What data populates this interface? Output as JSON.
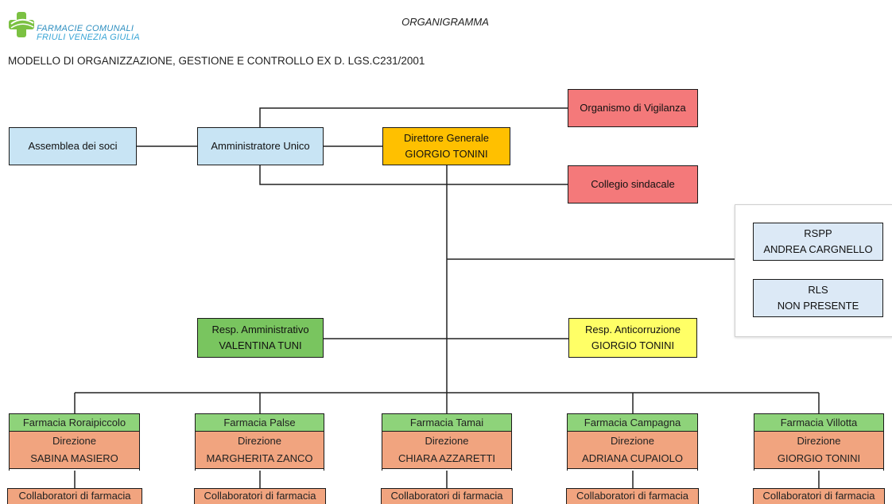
{
  "header": {
    "logo_line1": "FARMACIE COMUNALI",
    "logo_line2": "FRIULI VENEZIA GIULIA",
    "doc_title": "ORGANIGRAMMA",
    "subtitle": "MODELLO DI ORGANIZZAZIONE, GESTIONE E CONTROLLO EX D. LGS.C231/2001"
  },
  "colors": {
    "assembly": "#c8e4f4",
    "director": "#ffc000",
    "supervisory": "#f4797a",
    "responsible_admin": "#79c55f",
    "anticorruption": "#ffff66",
    "pharmacy_name": "#8ed37a",
    "pharmacy_head": "#f1a47f",
    "safety": "#dce9f6"
  },
  "org": {
    "assembly": "Assemblea dei soci",
    "administrator": "Amministratore Unico",
    "director": {
      "title": "Direttore Generale",
      "name": "GIORGIO TONINI"
    },
    "vigilance": "Organismo di Vigilanza",
    "auditors": "Collegio sindacale",
    "rspp": {
      "title": "RSPP",
      "name": "ANDREA CARGNELLO"
    },
    "rls": {
      "title": "RLS",
      "name": "NON PRESENTE"
    },
    "admin_resp": {
      "title": "Resp. Amministrativo",
      "name": "VALENTINA TUNI"
    },
    "anticorruption": {
      "title": "Resp. Anticorruzione",
      "name": "GIORGIO TONINI"
    }
  },
  "pharmacies": [
    {
      "name": "Farmacia Roraipiccolo",
      "role": "Direzione",
      "head": "SABINA MASIERO",
      "staff": "Collaboratori di farmacia"
    },
    {
      "name": "Farmacia Palse",
      "role": "Direzione",
      "head": "MARGHERITA ZANCO",
      "staff": "Collaboratori di farmacia"
    },
    {
      "name": "Farmacia Tamai",
      "role": "Direzione",
      "head": "CHIARA AZZARETTI",
      "staff": "Collaboratori di farmacia"
    },
    {
      "name": "Farmacia Campagna",
      "role": "Direzione",
      "head": "ADRIANA CUPAIOLO",
      "staff": "Collaboratori di farmacia"
    },
    {
      "name": "Farmacia Villotta",
      "role": "Direzione",
      "head": "GIORGIO TONINI",
      "staff": "Collaboratori di farmacia"
    }
  ]
}
